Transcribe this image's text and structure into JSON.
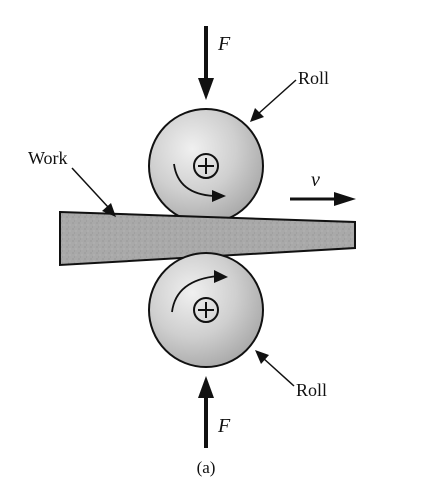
{
  "diagram": {
    "labels": {
      "force_top": "F",
      "force_bottom": "F",
      "roll_top": "Roll",
      "roll_bottom": "Roll",
      "work": "Work",
      "velocity": "v",
      "caption": "(a)"
    },
    "colors": {
      "ink": "#111111",
      "roll_fill": "#c7c7c7",
      "roll_highlight": "#efefef",
      "work_fill": "#a9a9a9",
      "background": "#ffffff"
    },
    "icons": {
      "roll_center": "circled-plus-icon",
      "rotation": "curved-arrow-icon"
    }
  }
}
